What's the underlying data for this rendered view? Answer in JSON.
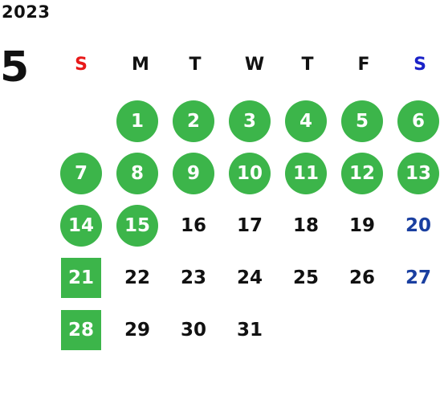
{
  "year": "2023",
  "month": "5",
  "weekdays": [
    {
      "label": "S",
      "color": "#e81919"
    },
    {
      "label": "M",
      "color": "#111111"
    },
    {
      "label": "T",
      "color": "#111111"
    },
    {
      "label": "W",
      "color": "#111111"
    },
    {
      "label": "T",
      "color": "#111111"
    },
    {
      "label": "F",
      "color": "#111111"
    },
    {
      "label": "S",
      "color": "#1a22c8"
    }
  ],
  "colors": {
    "highlight": "#3cb54a",
    "sunday": "#e81919",
    "saturday_header": "#1a22c8",
    "saturday_date": "#1a3fa0",
    "text": "#111111"
  },
  "days": [
    {
      "day": "1",
      "style": "circle"
    },
    {
      "day": "2",
      "style": "circle"
    },
    {
      "day": "3",
      "style": "circle"
    },
    {
      "day": "4",
      "style": "circle"
    },
    {
      "day": "5",
      "style": "circle"
    },
    {
      "day": "6",
      "style": "circle"
    },
    {
      "day": "7",
      "style": "circle"
    },
    {
      "day": "8",
      "style": "circle"
    },
    {
      "day": "9",
      "style": "circle"
    },
    {
      "day": "10",
      "style": "circle"
    },
    {
      "day": "11",
      "style": "circle"
    },
    {
      "day": "12",
      "style": "circle"
    },
    {
      "day": "13",
      "style": "circle"
    },
    {
      "day": "14",
      "style": "circle"
    },
    {
      "day": "15",
      "style": "circle"
    },
    {
      "day": "16",
      "style": "plain"
    },
    {
      "day": "17",
      "style": "plain"
    },
    {
      "day": "18",
      "style": "plain"
    },
    {
      "day": "19",
      "style": "plain"
    },
    {
      "day": "20",
      "style": "sat"
    },
    {
      "day": "21",
      "style": "square"
    },
    {
      "day": "22",
      "style": "plain"
    },
    {
      "day": "23",
      "style": "plain"
    },
    {
      "day": "24",
      "style": "plain"
    },
    {
      "day": "25",
      "style": "plain"
    },
    {
      "day": "26",
      "style": "plain"
    },
    {
      "day": "27",
      "style": "sat"
    },
    {
      "day": "28",
      "style": "square"
    },
    {
      "day": "29",
      "style": "plain"
    },
    {
      "day": "30",
      "style": "plain"
    },
    {
      "day": "31",
      "style": "plain"
    }
  ]
}
